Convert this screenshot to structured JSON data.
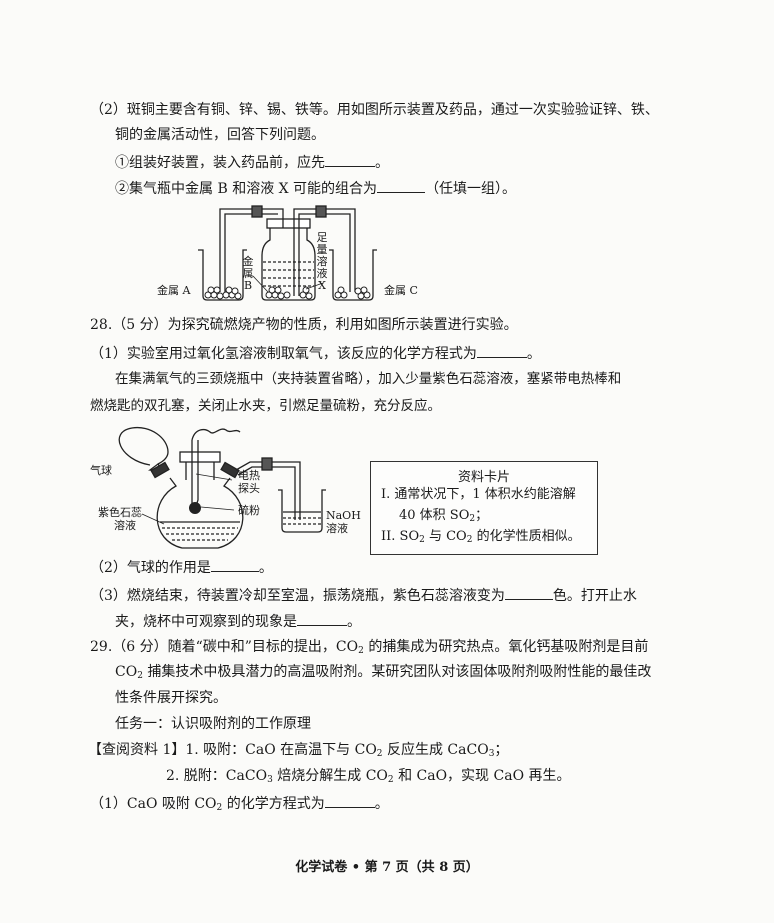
{
  "q27": {
    "part2_line1": "（2）斑铜主要含有铜、锌、锡、铁等。用如图所示装置及药品，通过一次实验验证锌、铁、",
    "part2_line2": "铜的金属活动性，回答下列问题。",
    "sub1_text": "①组装好装置，装入药品前，应先",
    "sub1_end": "。",
    "sub2_text": "②集气瓶中金属 B 和溶液 X 可能的组合为",
    "sub2_end": "（任填一组）。",
    "figure": {
      "metal_a": "金属 A",
      "metal_b_1": "金",
      "metal_b_2": "属",
      "metal_b_3": "B",
      "solution_1": "足",
      "solution_2": "量",
      "solution_3": "溶",
      "solution_4": "液",
      "solution_5": "X",
      "metal_c": "金属 C"
    }
  },
  "q28": {
    "stem": "28.（5 分）为探究硫燃烧产物的性质，利用如图所示装置进行实验。",
    "part1_text": "（1）实验室用过氧化氢溶液制取氧气，该反应的化学方程式为",
    "part1_end": "。",
    "desc_line1": "在集满氧气的三颈烧瓶中（夹持装置省略），加入少量紫色石蕊溶液，塞紧带电热棒和",
    "desc_line2": "燃烧匙的双孔塞，关闭止水夹，引燃足量硫粉，充分反应。",
    "figure": {
      "balloon": "气球",
      "probe_1": "电热",
      "probe_2": "探头",
      "litmus_1": "紫色石蕊",
      "litmus_2": "溶液",
      "sulfur": "硫粉",
      "naoh_1": "NaOH",
      "naoh_2": "溶液"
    },
    "card": {
      "title": "资料卡片",
      "item1_a": "I.  通常状况下，1 体积水约能溶解",
      "item1_b": "40 体积 SO",
      "item1_b_sub": "2",
      "item1_b_end": "；",
      "item2_a": "II.  SO",
      "item2_sub1": "2",
      "item2_b": " 与 CO",
      "item2_sub2": "2",
      "item2_c": " 的化学性质相似。"
    },
    "part2_text": "（2）气球的作用是",
    "part2_end": "。",
    "part3_line1": "（3）燃烧结束，待装置冷却至室温，振荡烧瓶，紫色石蕊溶液变为",
    "part3_mid": "色。打开止水",
    "part3_line2": "夹，烧杯中可观察到的现象是",
    "part3_end": "。"
  },
  "q29": {
    "line1_a": "29.（6 分）随着“碳中和”目标的提出，CO",
    "line1_sub": "2",
    "line1_b": " 的捕集成为研究热点。氧化钙基吸附剂是目前",
    "line2_a": "CO",
    "line2_sub": "2",
    "line2_b": " 捕集技术中极具潜力的高温吸附剂。某研究团队对该固体吸附剂吸附性能的最佳改",
    "line3": "性条件展开探究。",
    "task1": "任务一：认识吸附剂的工作原理",
    "ref_a": "【查阅资料 1】1. 吸附：CaO 在高温下与 CO",
    "ref_sub1": "2",
    "ref_b": " 反应生成 CaCO",
    "ref_sub2": "3",
    "ref_c": "；",
    "ref2_a": "2. 脱附：CaCO",
    "ref2_sub1": "3",
    "ref2_b": " 焙烧分解生成 CO",
    "ref2_sub2": "2",
    "ref2_c": " 和 CaO，实现 CaO 再生。",
    "part1_a": "（1）CaO 吸附 CO",
    "part1_sub": "2",
    "part1_b": " 的化学方程式为",
    "part1_end": "。"
  },
  "footer": "化学试卷 • 第 7 页（共 8 页）"
}
